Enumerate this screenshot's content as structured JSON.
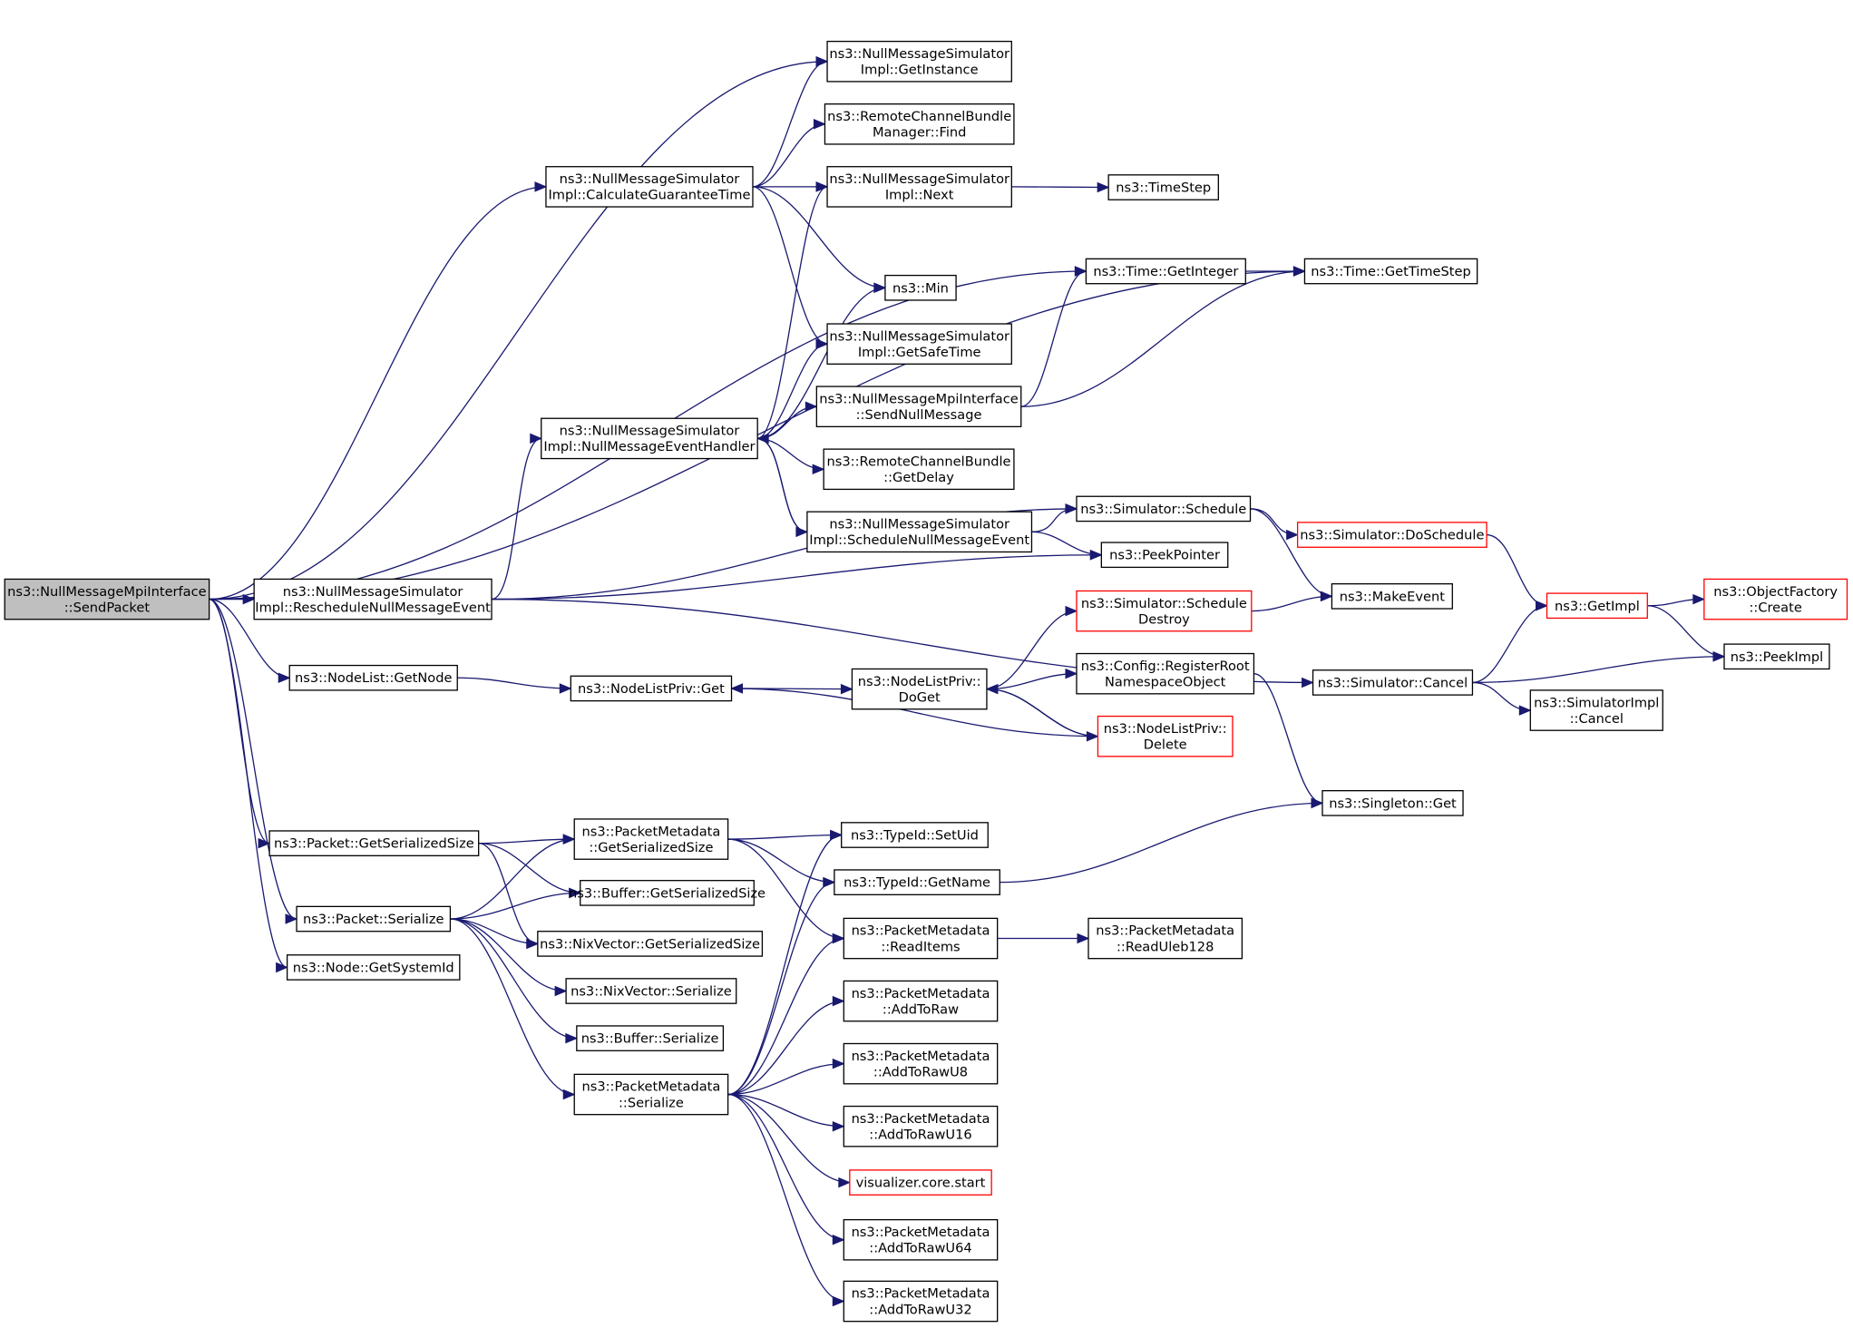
{
  "graph": {
    "title": "",
    "colors": {
      "edge": "#191970",
      "node_border": "#000000",
      "truncated_border": "#ff0000",
      "root_fill": "#bfbfbf",
      "node_fill": "#ffffff"
    },
    "nodes": [
      {
        "id": "root",
        "lines": [
          "ns3::NullMessageMpiInterface",
          "::SendPacket"
        ],
        "style": "root"
      },
      {
        "id": "getinstance",
        "lines": [
          "ns3::NullMessageSimulator",
          "Impl::GetInstance"
        ]
      },
      {
        "id": "rcbm_find",
        "lines": [
          "ns3::RemoteChannelBundle",
          "Manager::Find"
        ]
      },
      {
        "id": "calcguar",
        "lines": [
          "ns3::NullMessageSimulator",
          "Impl::CalculateGuaranteeTime"
        ]
      },
      {
        "id": "next",
        "lines": [
          "ns3::NullMessageSimulator",
          "Impl::Next"
        ]
      },
      {
        "id": "timestep",
        "lines": [
          "ns3::TimeStep"
        ]
      },
      {
        "id": "getinteger",
        "lines": [
          "ns3::Time::GetInteger"
        ]
      },
      {
        "id": "gettimestep",
        "lines": [
          "ns3::Time::GetTimeStep"
        ]
      },
      {
        "id": "min",
        "lines": [
          "ns3::Min"
        ]
      },
      {
        "id": "getsafetime",
        "lines": [
          "ns3::NullMessageSimulator",
          "Impl::GetSafeTime"
        ]
      },
      {
        "id": "sendnull",
        "lines": [
          "ns3::NullMessageMpiInterface",
          "::SendNullMessage"
        ]
      },
      {
        "id": "nmeh",
        "lines": [
          "ns3::NullMessageSimulator",
          "Impl::NullMessageEventHandler"
        ]
      },
      {
        "id": "getdelay",
        "lines": [
          "ns3::RemoteChannelBundle",
          "::GetDelay"
        ]
      },
      {
        "id": "schednull",
        "lines": [
          "ns3::NullMessageSimulator",
          "Impl::ScheduleNullMessageEvent"
        ]
      },
      {
        "id": "schedule",
        "lines": [
          "ns3::Simulator::Schedule"
        ]
      },
      {
        "id": "doschedule",
        "lines": [
          "ns3::Simulator::DoSchedule"
        ],
        "style": "truncated"
      },
      {
        "id": "peekpointer",
        "lines": [
          "ns3::PeekPointer"
        ]
      },
      {
        "id": "resched",
        "lines": [
          "ns3::NullMessageSimulator",
          "Impl::RescheduleNullMessageEvent"
        ]
      },
      {
        "id": "makeevent",
        "lines": [
          "ns3::MakeEvent"
        ]
      },
      {
        "id": "schedestroy",
        "lines": [
          "ns3::Simulator::Schedule",
          "Destroy"
        ],
        "style": "truncated"
      },
      {
        "id": "getimpl",
        "lines": [
          "ns3::GetImpl"
        ],
        "style": "truncated"
      },
      {
        "id": "ofcreate",
        "lines": [
          "ns3::ObjectFactory",
          "::Create"
        ],
        "style": "truncated"
      },
      {
        "id": "peekimpl",
        "lines": [
          "ns3::PeekImpl"
        ]
      },
      {
        "id": "nodelist_getnode",
        "lines": [
          "ns3::NodeList::GetNode"
        ]
      },
      {
        "id": "nlp_get",
        "lines": [
          "ns3::NodeListPriv::Get"
        ]
      },
      {
        "id": "nlp_doget",
        "lines": [
          "ns3::NodeListPriv::",
          "DoGet"
        ]
      },
      {
        "id": "regroot",
        "lines": [
          "ns3::Config::RegisterRoot",
          "NamespaceObject"
        ]
      },
      {
        "id": "nlp_delete",
        "lines": [
          "ns3::NodeListPriv::",
          "Delete"
        ],
        "style": "truncated"
      },
      {
        "id": "simcancel",
        "lines": [
          "ns3::Simulator::Cancel"
        ]
      },
      {
        "id": "simimplcancel",
        "lines": [
          "ns3::SimulatorImpl",
          "::Cancel"
        ]
      },
      {
        "id": "singleton",
        "lines": [
          "ns3::Singleton::Get"
        ]
      },
      {
        "id": "pkt_getser",
        "lines": [
          "ns3::Packet::GetSerializedSize"
        ]
      },
      {
        "id": "pm_getser",
        "lines": [
          "ns3::PacketMetadata",
          "::GetSerializedSize"
        ]
      },
      {
        "id": "setuid",
        "lines": [
          "ns3::TypeId::SetUid"
        ]
      },
      {
        "id": "getname",
        "lines": [
          "ns3::TypeId::GetName"
        ]
      },
      {
        "id": "buf_getser",
        "lines": [
          "ns3::Buffer::GetSerializedSize"
        ]
      },
      {
        "id": "pkt_ser",
        "lines": [
          "ns3::Packet::Serialize"
        ]
      },
      {
        "id": "readitems",
        "lines": [
          "ns3::PacketMetadata",
          "::ReadItems"
        ]
      },
      {
        "id": "readuleb",
        "lines": [
          "ns3::PacketMetadata",
          "::ReadUleb128"
        ]
      },
      {
        "id": "nix_getser",
        "lines": [
          "ns3::NixVector::GetSerializedSize"
        ]
      },
      {
        "id": "getsysid",
        "lines": [
          "ns3::Node::GetSystemId"
        ]
      },
      {
        "id": "nix_ser",
        "lines": [
          "ns3::NixVector::Serialize"
        ]
      },
      {
        "id": "addtoraw",
        "lines": [
          "ns3::PacketMetadata",
          "::AddToRaw"
        ]
      },
      {
        "id": "buf_ser",
        "lines": [
          "ns3::Buffer::Serialize"
        ]
      },
      {
        "id": "addtoraw8",
        "lines": [
          "ns3::PacketMetadata",
          "::AddToRawU8"
        ]
      },
      {
        "id": "pm_ser",
        "lines": [
          "ns3::PacketMetadata",
          "::Serialize"
        ]
      },
      {
        "id": "addtoraw16",
        "lines": [
          "ns3::PacketMetadata",
          "::AddToRawU16"
        ]
      },
      {
        "id": "vizstart",
        "lines": [
          "visualizer.core.start"
        ],
        "style": "truncated"
      },
      {
        "id": "addtoraw64",
        "lines": [
          "ns3::PacketMetadata",
          "::AddToRawU64"
        ]
      },
      {
        "id": "addtoraw32",
        "lines": [
          "ns3::PacketMetadata",
          "::AddToRawU32"
        ]
      }
    ],
    "edges": [
      [
        "root",
        "getinstance"
      ],
      [
        "root",
        "gettimestep"
      ],
      [
        "root",
        "calcguar"
      ],
      [
        "root",
        "getinteger"
      ],
      [
        "root",
        "resched"
      ],
      [
        "root",
        "nodelist_getnode"
      ],
      [
        "root",
        "pkt_getser"
      ],
      [
        "root",
        "pkt_ser"
      ],
      [
        "root",
        "getsysid"
      ],
      [
        "calcguar",
        "getinstance"
      ],
      [
        "calcguar",
        "rcbm_find"
      ],
      [
        "calcguar",
        "next"
      ],
      [
        "calcguar",
        "min"
      ],
      [
        "calcguar",
        "getsafetime"
      ],
      [
        "next",
        "timestep"
      ],
      [
        "getinteger",
        "gettimestep"
      ],
      [
        "nmeh",
        "next"
      ],
      [
        "nmeh",
        "min"
      ],
      [
        "nmeh",
        "getsafetime"
      ],
      [
        "nmeh",
        "sendnull"
      ],
      [
        "nmeh",
        "getdelay"
      ],
      [
        "nmeh",
        "schednull"
      ],
      [
        "sendnull",
        "getinteger"
      ],
      [
        "sendnull",
        "gettimestep"
      ],
      [
        "schednull",
        "nmeh"
      ],
      [
        "schednull",
        "schedule"
      ],
      [
        "schednull",
        "peekpointer"
      ],
      [
        "resched",
        "nmeh"
      ],
      [
        "resched",
        "schedule"
      ],
      [
        "resched",
        "peekpointer"
      ],
      [
        "resched",
        "simcancel"
      ],
      [
        "schedule",
        "doschedule"
      ],
      [
        "schedule",
        "makeevent"
      ],
      [
        "doschedule",
        "getimpl"
      ],
      [
        "schedestroy",
        "makeevent"
      ],
      [
        "getimpl",
        "ofcreate"
      ],
      [
        "getimpl",
        "peekimpl"
      ],
      [
        "simcancel",
        "getimpl"
      ],
      [
        "simcancel",
        "peekimpl"
      ],
      [
        "simcancel",
        "simimplcancel"
      ],
      [
        "nodelist_getnode",
        "nlp_get"
      ],
      [
        "nlp_get",
        "nlp_doget"
      ],
      [
        "nlp_doget",
        "schedestroy"
      ],
      [
        "nlp_doget",
        "regroot"
      ],
      [
        "nlp_doget",
        "nlp_delete"
      ],
      [
        "nlp_delete",
        "nlp_get"
      ],
      [
        "nlp_delete",
        "nlp_doget"
      ],
      [
        "regroot",
        "singleton"
      ],
      [
        "getname",
        "singleton"
      ],
      [
        "pkt_getser",
        "pm_getser"
      ],
      [
        "pkt_getser",
        "buf_getser"
      ],
      [
        "pkt_getser",
        "nix_getser"
      ],
      [
        "pm_getser",
        "setuid"
      ],
      [
        "pm_getser",
        "getname"
      ],
      [
        "pm_getser",
        "readitems"
      ],
      [
        "readitems",
        "readuleb"
      ],
      [
        "pkt_ser",
        "pm_getser"
      ],
      [
        "pkt_ser",
        "buf_getser"
      ],
      [
        "pkt_ser",
        "nix_getser"
      ],
      [
        "pkt_ser",
        "nix_ser"
      ],
      [
        "pkt_ser",
        "buf_ser"
      ],
      [
        "pkt_ser",
        "pm_ser"
      ],
      [
        "pm_ser",
        "setuid"
      ],
      [
        "pm_ser",
        "getname"
      ],
      [
        "pm_ser",
        "readitems"
      ],
      [
        "pm_ser",
        "addtoraw"
      ],
      [
        "pm_ser",
        "addtoraw8"
      ],
      [
        "pm_ser",
        "addtoraw16"
      ],
      [
        "pm_ser",
        "vizstart"
      ],
      [
        "pm_ser",
        "addtoraw64"
      ],
      [
        "pm_ser",
        "addtoraw32"
      ]
    ]
  }
}
